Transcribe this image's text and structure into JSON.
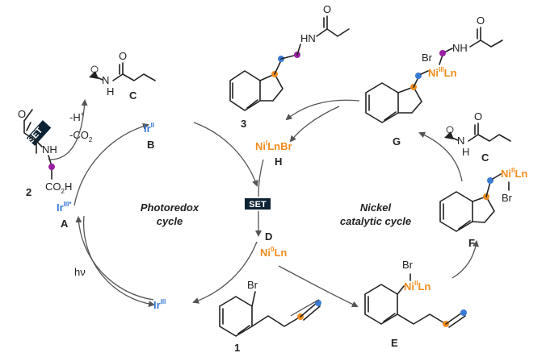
{
  "colors": {
    "iridium": "#3a7bd5",
    "nickel": "#f08c1e",
    "radical_dot": "#9b1fa3",
    "blue_dot": "#3a7bd5",
    "orange_dot": "#f08c1e",
    "set_box": "#0d2233",
    "ink": "#222222"
  },
  "cycles": {
    "photoredox_line1": "Photoredox",
    "photoredox_line2": "cycle",
    "nickel_line1": "Nickel",
    "nickel_line2": "catalytic cycle"
  },
  "set_label": "SET",
  "iridium": {
    "ir_excited": {
      "base": "Ir",
      "sup": "III*",
      "label": "A"
    },
    "ir_reduced": {
      "base": "Ir",
      "sup": "II",
      "label": "B"
    },
    "ir_ground": {
      "base": "Ir",
      "sup": "III"
    }
  },
  "light": "hν",
  "decarboxylation": {
    "minus_h": "-H",
    "minus_h_sup": "+",
    "minus_co2": "-CO",
    "minus_co2_sub": "2"
  },
  "nickel": {
    "ni0": {
      "base": "Ni",
      "sup": "0",
      "tail": "Ln",
      "label": "D"
    },
    "ni1": {
      "base": "Ni",
      "sup": "I",
      "tail": "LnBr",
      "label": "H"
    },
    "niE": {
      "br": "Br",
      "base": "Ni",
      "sup": "II",
      "tail": "Ln",
      "label": "E"
    },
    "niF": {
      "br": "Br",
      "base": "Ni",
      "sup": "II",
      "tail": "Ln",
      "label": "F"
    },
    "niG": {
      "br": "Br",
      "base": "Ni",
      "sup": "III",
      "tail": "Ln",
      "label": "G"
    }
  },
  "molecules": {
    "acid": {
      "nh": "NH",
      "o": "O",
      "co2h": "CO",
      "co2h_sub": "2",
      "co2h_tail": "H",
      "label": "2"
    },
    "radical_top": {
      "h": "H",
      "n": "N",
      "o": "O",
      "label": "C"
    },
    "radical_right": {
      "h": "H",
      "n": "N",
      "o": "O",
      "label": "C"
    },
    "product": {
      "hn": "HN",
      "o": "O",
      "label": "3"
    },
    "aryl_bromide": {
      "br": "Br",
      "label": "1"
    },
    "complex_g": {
      "nh": "NH",
      "o": "O"
    }
  }
}
